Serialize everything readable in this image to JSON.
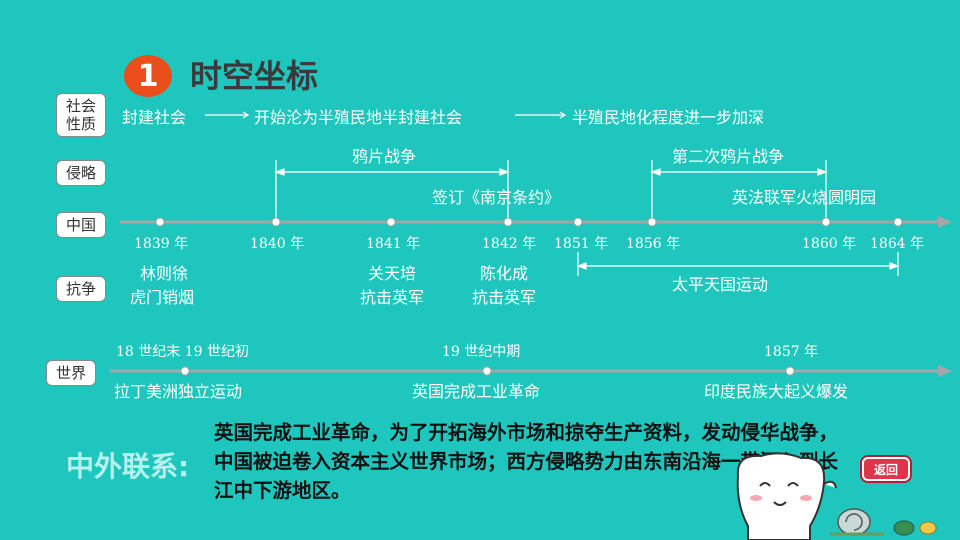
{
  "section": {
    "number": "1",
    "title": "时空坐标"
  },
  "row_labels": {
    "nature": "社会\n性质",
    "aggression": "侵略",
    "china": "中国",
    "resistance": "抗争",
    "world": "世界"
  },
  "nature_line": {
    "stage1": "封建社会",
    "stage2": "开始沦为半殖民地半封建社会",
    "stage3": "半殖民地化程度进一步加深"
  },
  "aggression": {
    "war1": "鸦片战争",
    "treaty": "签订《南京条约》",
    "war2": "第二次鸦片战争",
    "burning": "英法联军火烧圆明园"
  },
  "china_years": [
    "1839 年",
    "1840 年",
    "1841 年",
    "1842 年",
    "1851 年",
    "1856 年",
    "1860 年",
    "1864 年"
  ],
  "resistance": {
    "lin": [
      "林则徐",
      "虎门销烟"
    ],
    "guan": [
      "关天培",
      "抗击英军"
    ],
    "chen": [
      "陈化成",
      "抗击英军"
    ],
    "taiping": "太平天国运动"
  },
  "world": {
    "time1": "18 世纪末 19 世纪初",
    "event1": "拉丁美洲独立运动",
    "time2": "19 世纪中期",
    "event2": "英国完成工业革命",
    "time3": "1857 年",
    "event3": "印度民族大起义爆发"
  },
  "connection": {
    "label": "中外联系:",
    "text": "英国完成工业革命，为了开拓海外市场和掠夺生产资料，发动侵华战争，中国被迫卷入资本主义世界市场；西方侵略势力由东南沿海一带深入到长江中下游地区。"
  },
  "back_button": "返回",
  "colors": {
    "background": "#1fc6bd",
    "badge": "#e94e1b",
    "title": "#3a3a3a",
    "connection_label": "#b6f2ee"
  }
}
